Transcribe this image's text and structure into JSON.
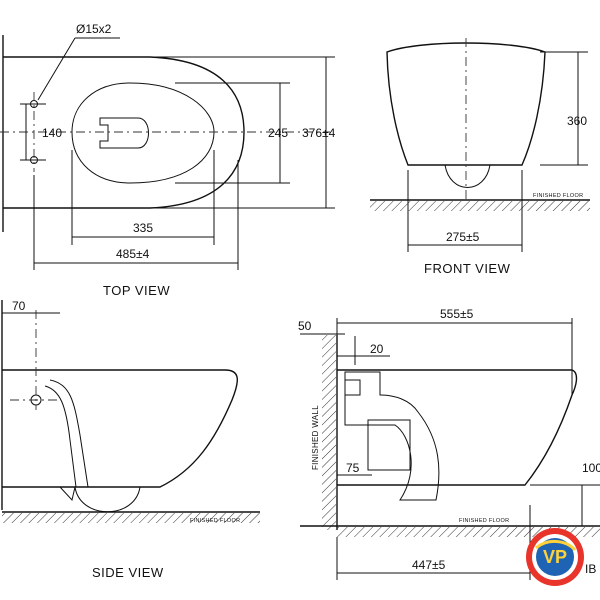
{
  "views": {
    "top": {
      "title": "TOP VIEW",
      "dims": {
        "holes": "Ø15x2",
        "hole_spacing": "140",
        "inner_width": "245",
        "outer_width": "376±4",
        "opening_length": "335",
        "total_length": "485±4"
      }
    },
    "front": {
      "title": "FRONT VIEW",
      "dims": {
        "height": "360",
        "base_width": "275±5"
      },
      "floor_label": "FINISHED FLOOR"
    },
    "side": {
      "title": "SIDE VIEW",
      "dims": {
        "offset": "70"
      },
      "floor_label": "FINISHED FLOOR"
    },
    "section": {
      "dims": {
        "total_length": "555±5",
        "wall_offset": "50",
        "inlet_offset": "20",
        "outlet_height": "75",
        "base_length": "447±5",
        "right_height": "100"
      },
      "wall_label": "FINISHED WALL",
      "floor_label": "FINISHED FLOOR",
      "cut_text": "IB"
    }
  },
  "logo": {
    "text": "VP",
    "colors": {
      "ring": "#e8342b",
      "fill": "#1f63b4",
      "accent": "#ffd23a"
    }
  }
}
